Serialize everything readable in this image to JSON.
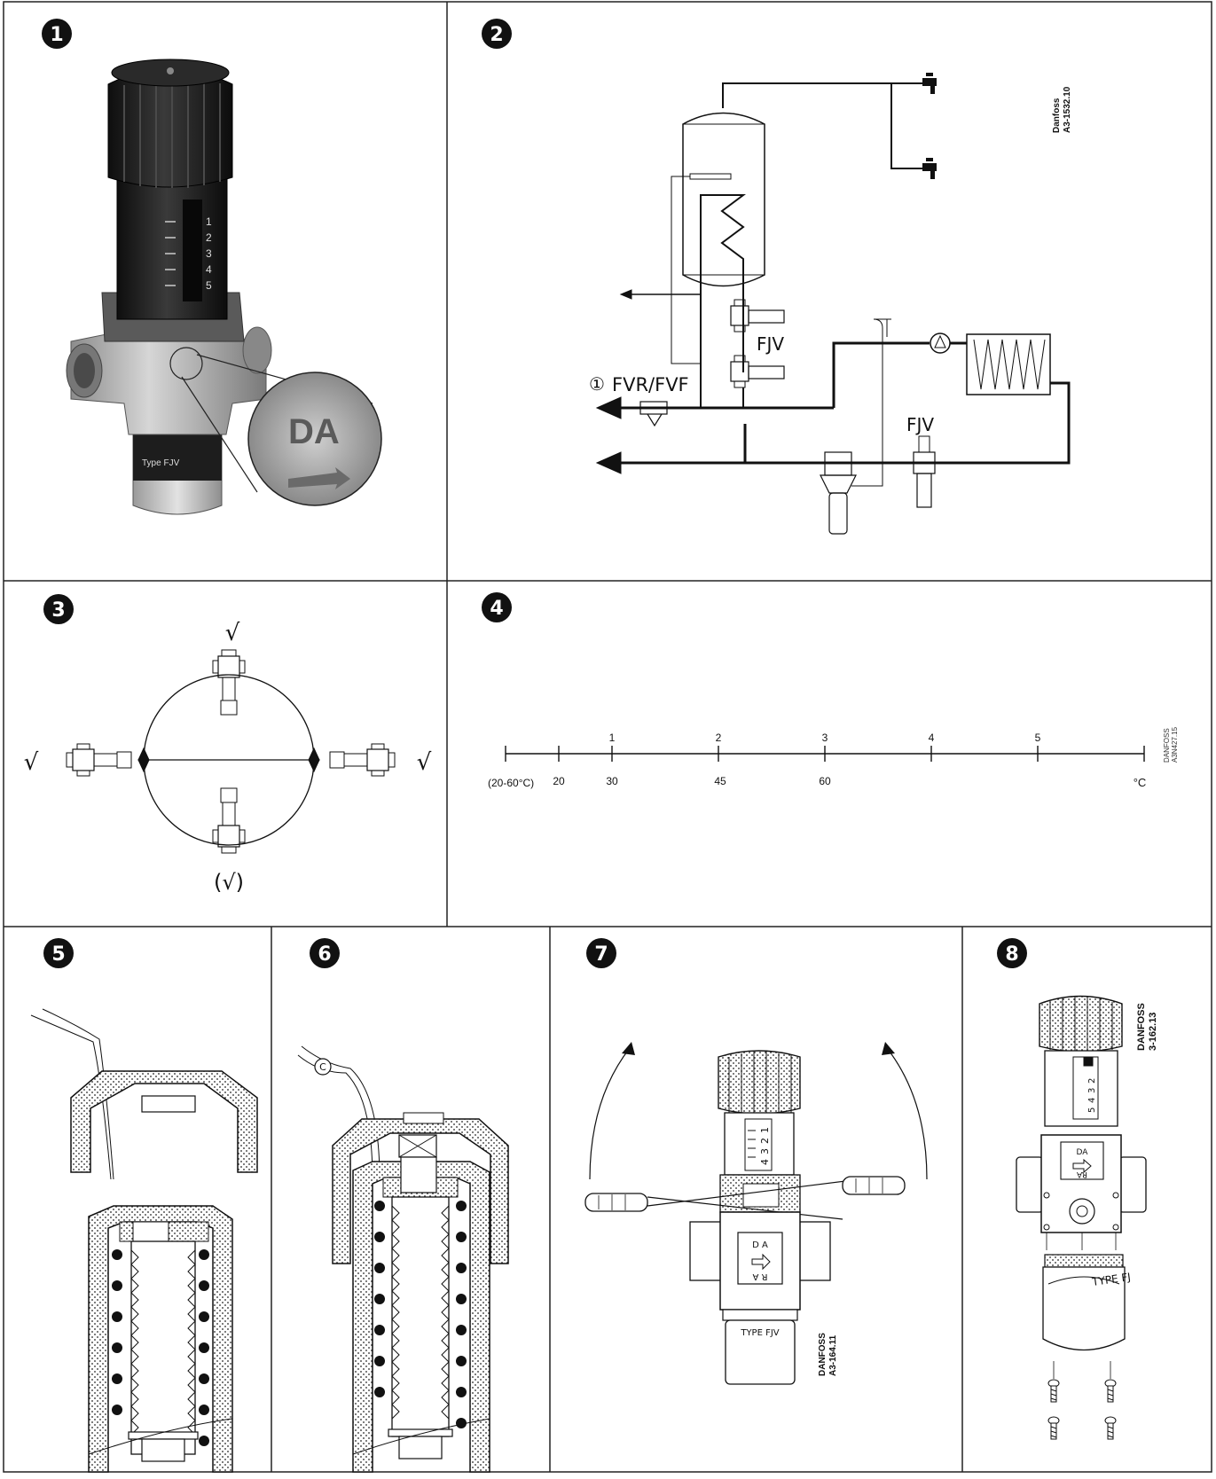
{
  "panels": {
    "p1": {
      "badge": "1"
    },
    "p2": {
      "badge": "2",
      "code": "Danfoss A3-1532.10",
      "code_l1": "Danfoss",
      "code_l2": "A3-1532.10",
      "valve_label_upper": "FJV",
      "valve_label_lower": "FJV",
      "ref_mark": "①",
      "inlet_label": "FVR/FVF"
    },
    "p3": {
      "badge": "3",
      "check_top": "√",
      "check_left": "√",
      "check_right": "√",
      "check_bottom": "(√)"
    },
    "p4": {
      "badge": "4",
      "code_l1": "DANFOSS",
      "code_l2": "A3N427.15",
      "range_label": "(20-60°C)",
      "unit": "°C",
      "scale_numbers": [
        "1",
        "2",
        "3",
        "4",
        "5"
      ],
      "temps": [
        "20",
        "30",
        "45",
        "60"
      ]
    },
    "p5": {
      "badge": "5"
    },
    "p6": {
      "badge": "6",
      "tag": "C"
    },
    "p7": {
      "badge": "7",
      "code_l1": "DANFOSS",
      "code_l2": "A3-164.11",
      "type_label": "TYPE FJV",
      "flow_top": "D  A",
      "flow_bottom": "R  A",
      "scale": [
        "1",
        "2",
        "3",
        "4"
      ]
    },
    "p8": {
      "badge": "8",
      "code_l1": "DANFOSS",
      "code_l2": "3-162.13",
      "type_label": "TYPE FJ",
      "flow_top": "DA",
      "flow_bottom": "RA",
      "scale": [
        "2",
        "3",
        "4",
        "5"
      ]
    }
  },
  "colors": {
    "ink": "#111111",
    "paper": "#ffffff",
    "photo_dark": "#1c1c1c",
    "metal": "#b8b8b8"
  }
}
